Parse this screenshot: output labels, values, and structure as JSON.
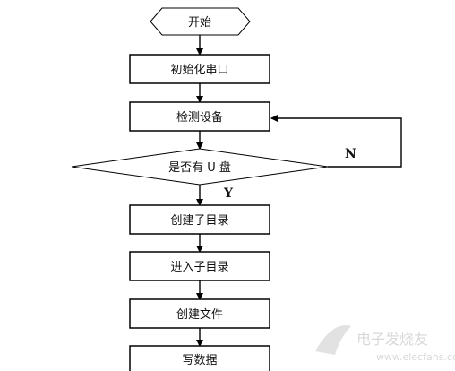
{
  "flowchart": {
    "start": "开始",
    "steps": [
      "初始化串口",
      "检测设备"
    ],
    "decision": "是否有 U 盘",
    "decision_no": "N",
    "decision_yes": "Y",
    "after_steps": [
      "创建子目录",
      "进入子目录",
      "创建文件",
      "写数据"
    ]
  },
  "watermark": {
    "title": "电子发烧友",
    "url": "www.elecfans.com"
  }
}
